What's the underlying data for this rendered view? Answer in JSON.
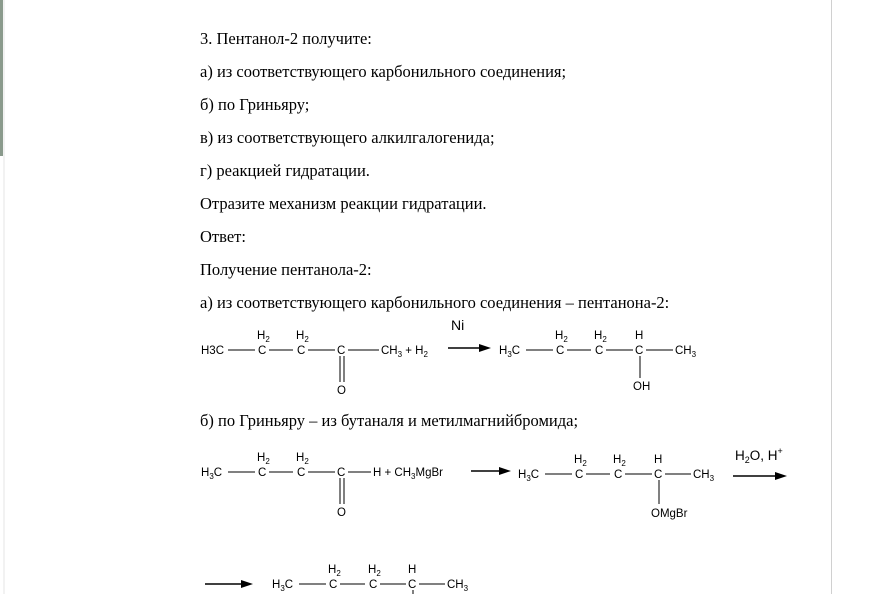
{
  "document": {
    "lines": [
      "3. Пентанол-2 получите:",
      "а) из соответствующего карбонильного соединения;",
      "б) по Гриньяру;",
      "в) из соответствующего алкилгалогенида;",
      "г) реакцией гидратации.",
      "Отразите механизм реакции гидратации.",
      "Ответ:",
      "Получение пентанола-2:",
      "а) из соответствующего карбонильного соединения – пентанона-2:",
      "б) по Гриньяру – из бутаналя и метилмагнийбромида;"
    ]
  },
  "reaction_a": {
    "H3C": "H3C",
    "H2": "H2",
    "C": "C",
    "CH3": "CH3",
    "plus_H2": "+ H2",
    "O": "O",
    "catalyst": "Ni",
    "H": "H",
    "OH": "OH"
  },
  "reaction_b": {
    "H3C": "H3C",
    "H2": "H2",
    "C": "C",
    "H_plus": "H + CH3MgBr",
    "O": "O",
    "H": "H",
    "CH3": "CH3",
    "OMgBr": "OMgBr",
    "reagent": "H2O, H+"
  },
  "reaction_c": {
    "H3C": "H3C",
    "H2": "H2",
    "C": "C",
    "H": "H",
    "CH3": "CH3"
  }
}
